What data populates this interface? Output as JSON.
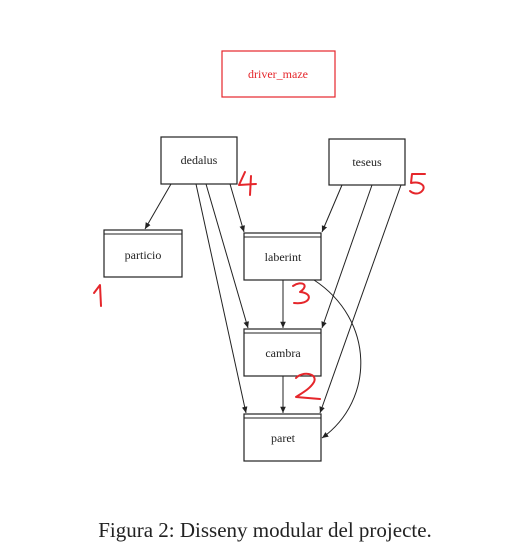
{
  "diagram": {
    "nodes": {
      "driver_maze": "driver_maze",
      "dedalus": "dedalus",
      "teseus": "teseus",
      "particio": "particio",
      "laberint": "laberint",
      "cambra": "cambra",
      "paret": "paret"
    },
    "colors": {
      "highlight": "#e5262b",
      "stroke": "#222222",
      "annotation": "#e5262b"
    }
  },
  "caption": "Figura 2: Disseny modular del projecte."
}
